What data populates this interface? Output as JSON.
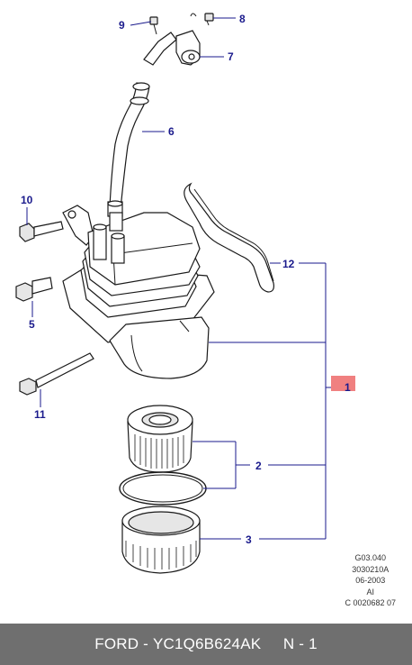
{
  "diagram": {
    "callouts": {
      "c1": "1",
      "c2": "2",
      "c3": "3",
      "c5": "5",
      "c6": "6",
      "c7": "7",
      "c8": "8",
      "c9": "9",
      "c10": "10",
      "c11": "11",
      "c12": "12"
    },
    "highlight_color": "#f08080",
    "callout_color": "#1a1a8c"
  },
  "meta": {
    "line1": "G03.040",
    "line2": "3030210A",
    "line3": "06-2003",
    "line4": "AI",
    "line5": "C 0020682 07"
  },
  "footer": {
    "brand": "FORD",
    "part_number": "YC1Q6B624AK",
    "qty": "N - 1",
    "background": "#6f6f6f"
  }
}
